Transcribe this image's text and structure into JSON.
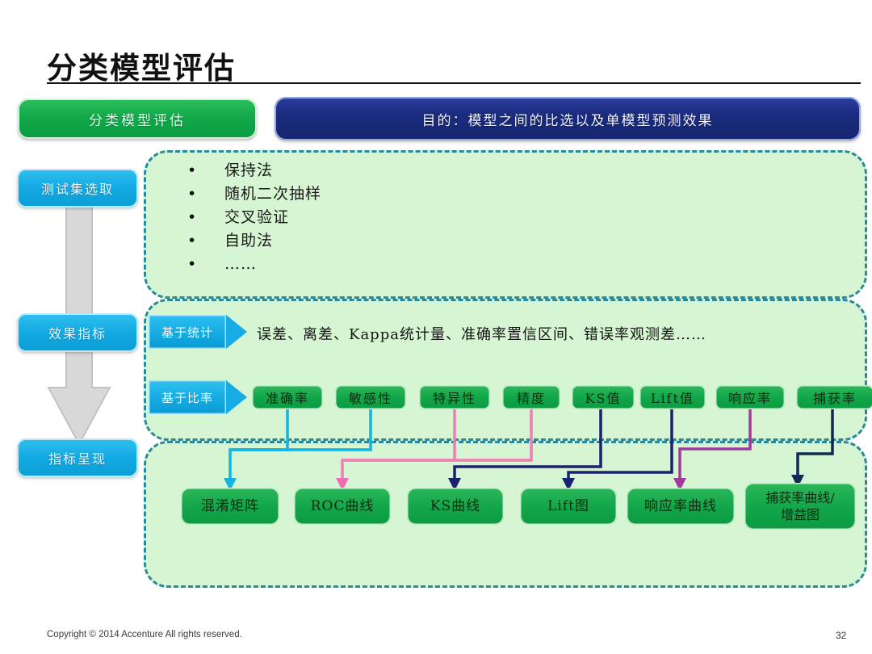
{
  "slide": {
    "title": "分类模型评估",
    "header": {
      "topic_label": "分类模型评估",
      "purpose_label": "目的：模型之间的比选以及单模型预测效果"
    },
    "stages": [
      {
        "label": "测试集选取"
      },
      {
        "label": "效果指标"
      },
      {
        "label": "指标呈现"
      }
    ],
    "test_set_methods": [
      "保持法",
      "随机二次抽样",
      "交叉验证",
      "自助法",
      "……"
    ],
    "metric_groups": [
      {
        "chevron_label": "基于统计",
        "description": "误差、离差、Kappa统计量、准确率置信区间、错误率观测差……"
      },
      {
        "chevron_label": "基于比率",
        "metrics": [
          "准确率",
          "敏感性",
          "特异性",
          "精度",
          "KS值",
          "Lift值",
          "响应率",
          "捕获率"
        ]
      }
    ],
    "outputs": [
      "混淆矩阵",
      "ROC曲线",
      "KS曲线",
      "Lift图",
      "响应率曲线",
      "捕获率曲线/\n增益图"
    ],
    "footer": {
      "copyright": "Copyright © 2014  Accenture  All rights reserved.",
      "page_number": "32"
    },
    "colors": {
      "green_accent": "#11a549",
      "blue_banner": "#1b2c80",
      "stage_blue": "#13a9e2",
      "panel_fill": "#d6f5d2",
      "panel_border": "#2a8a9b",
      "wire_cyan": "#14b3e0",
      "wire_pink": "#ef7fb5",
      "wire_navy": "#1b2070",
      "wire_purple": "#a03a9e",
      "gray_arrow": "#d5d5d5"
    }
  }
}
